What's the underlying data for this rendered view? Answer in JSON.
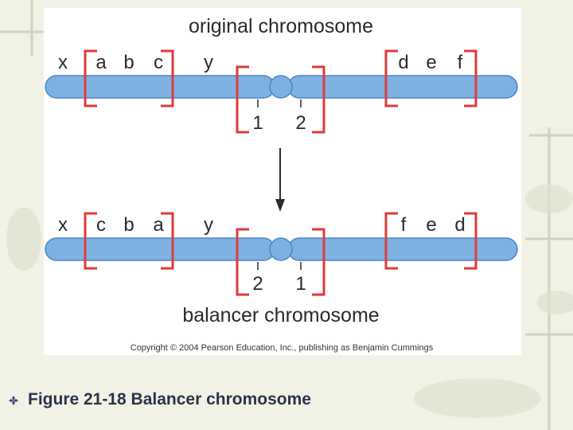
{
  "slide": {
    "caption": "Figure 21-18 Balancer chromosome",
    "bullet_icon": "diamond-bullet-icon"
  },
  "diagram": {
    "top_title": "original chromosome",
    "bottom_title": "balancer chromosome",
    "copyright": "Copyright © 2004 Pearson Education, Inc., publishing as Benjamin Cummings",
    "original": {
      "x": "x",
      "y": "y",
      "group_left": [
        "a",
        "b",
        "c"
      ],
      "group_right": [
        "d",
        "e",
        "f"
      ],
      "breakpoints": [
        "1",
        "2"
      ]
    },
    "balancer": {
      "x": "x",
      "y": "y",
      "group_left": [
        "c",
        "b",
        "a"
      ],
      "group_right": [
        "f",
        "e",
        "d"
      ],
      "breakpoints": [
        "2",
        "1"
      ]
    }
  },
  "colors": {
    "chromosome_fill": "#7fb0e2",
    "chromosome_stroke": "#4a86c2",
    "bracket": "#e03a3a",
    "text": "#2a2a2a",
    "caption": "#2b3348",
    "background": "#f1f1e6"
  }
}
